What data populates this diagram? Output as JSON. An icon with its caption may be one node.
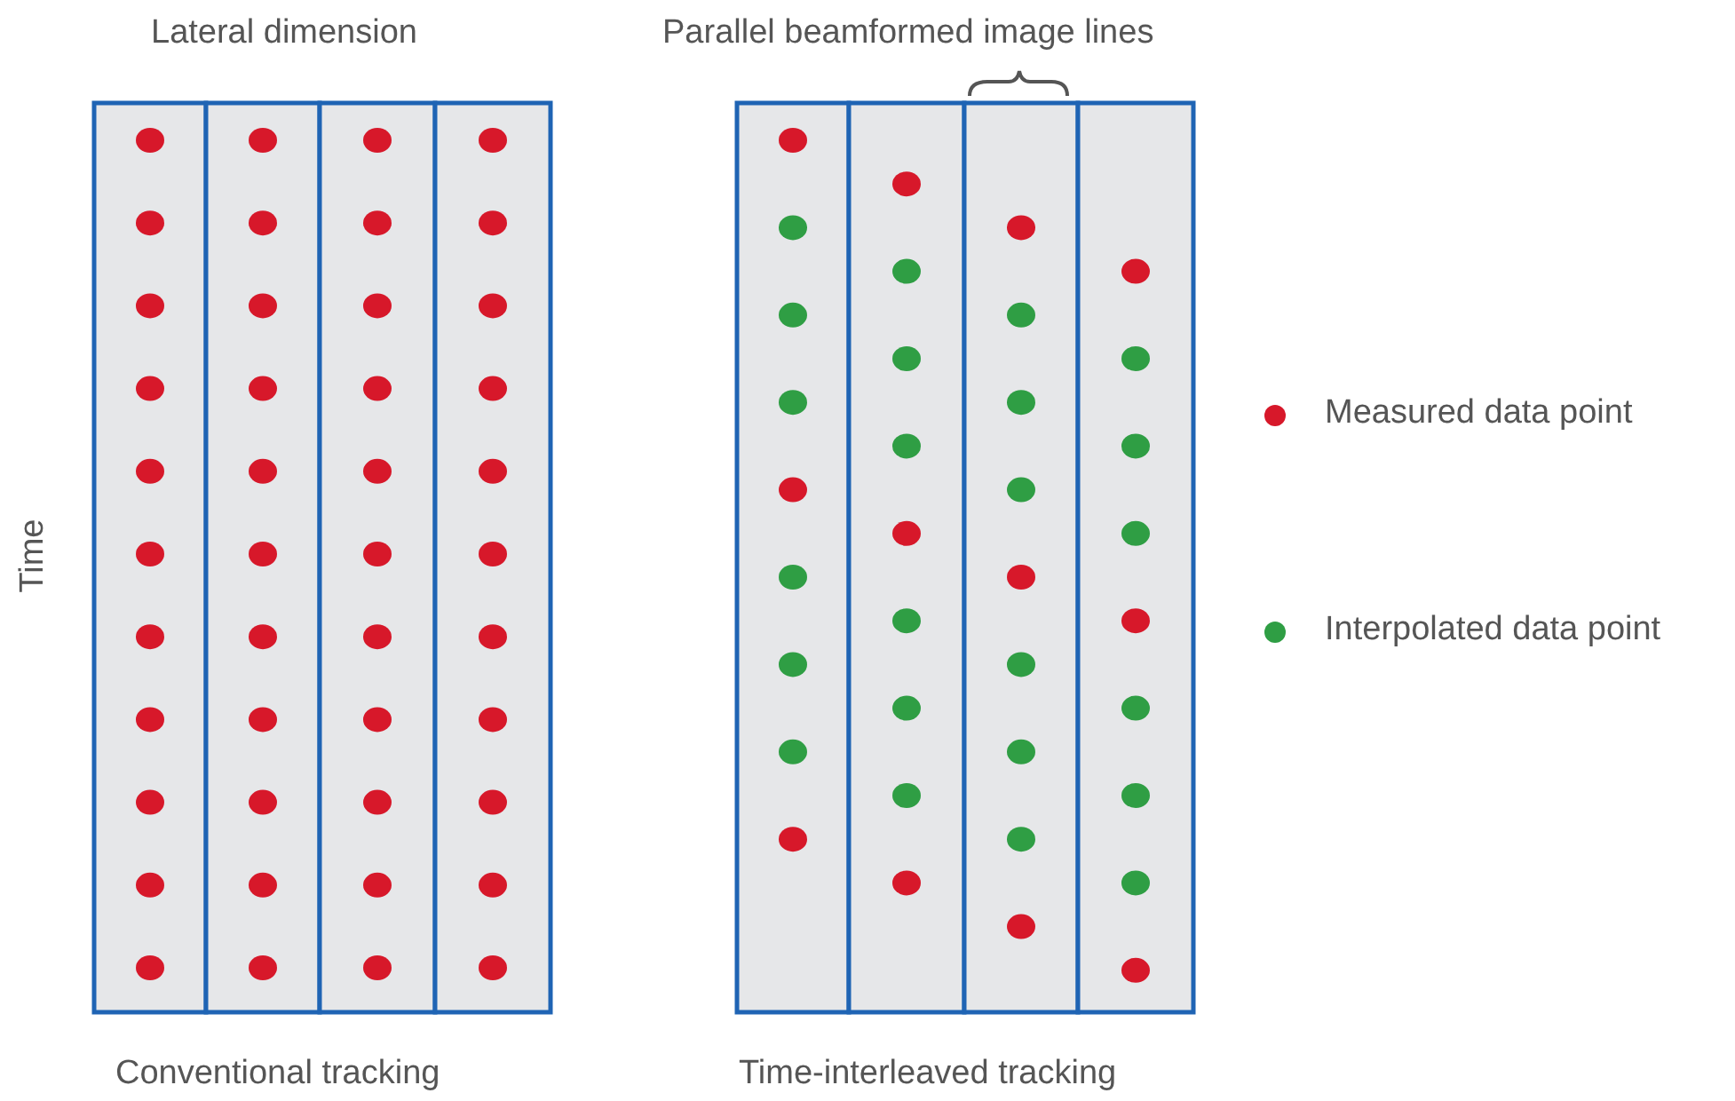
{
  "diagram": {
    "labels": [
      "Lateral dimension",
      "Parallel beamformed image lines",
      "Time",
      "Conventional tracking",
      "Time-interleaved tracking"
    ],
    "legend": [
      {
        "text": "Measured data point",
        "color": "#d7182a"
      },
      {
        "text": "Interpolated data point",
        "color": "#2f9e44"
      }
    ]
  }
}
